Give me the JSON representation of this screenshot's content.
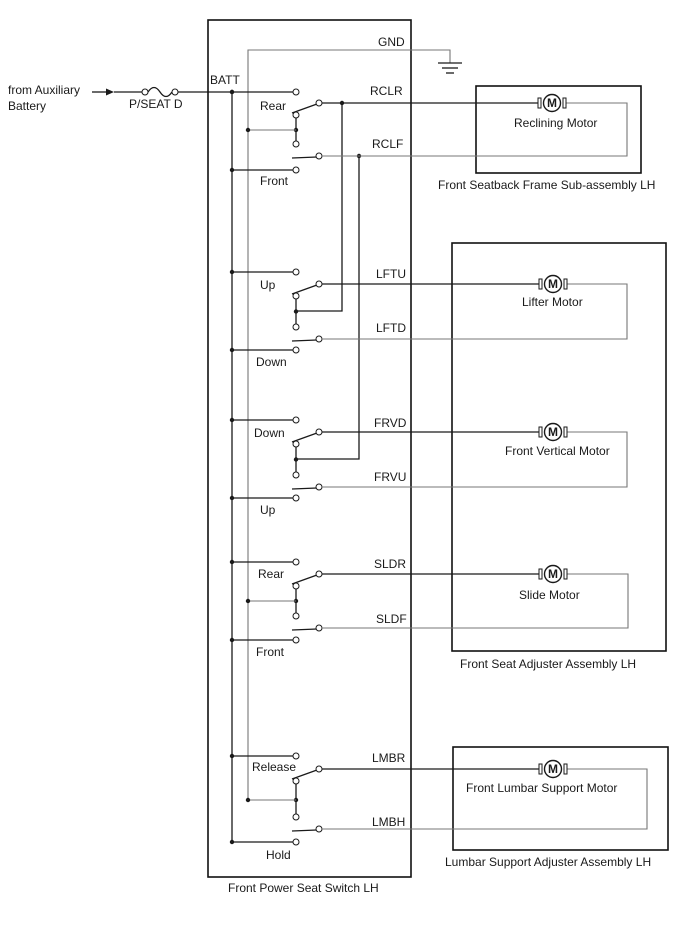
{
  "source": {
    "line1": "from Auxiliary",
    "line2": "Battery"
  },
  "fuse_label": "P/SEAT D",
  "batt_label": "BATT",
  "gnd_label": "GND",
  "motor_symbol": "M",
  "assemblies": {
    "switch": "Front Power Seat Switch LH",
    "seatback": "Front Seatback Frame Sub-assembly LH",
    "adjuster": "Front Seat Adjuster Assembly LH",
    "lumbar": "Lumbar Support Adjuster Assembly LH"
  },
  "switches": [
    {
      "pos_a": "Rear",
      "pos_b": "Front",
      "term_a": "RCLR",
      "term_b": "RCLF",
      "motor": "Reclining Motor"
    },
    {
      "pos_a": "Up",
      "pos_b": "Down",
      "term_a": "LFTU",
      "term_b": "LFTD",
      "motor": "Lifter Motor"
    },
    {
      "pos_a": "Down",
      "pos_b": "Up",
      "term_a": "FRVD",
      "term_b": "FRVU",
      "motor": "Front Vertical Motor"
    },
    {
      "pos_a": "Rear",
      "pos_b": "Front",
      "term_a": "SLDR",
      "term_b": "SLDF",
      "motor": "Slide Motor"
    },
    {
      "pos_a": "Release",
      "pos_b": "Hold",
      "term_a": "LMBR",
      "term_b": "LMBH",
      "motor": "Front Lumbar Support Motor"
    }
  ]
}
